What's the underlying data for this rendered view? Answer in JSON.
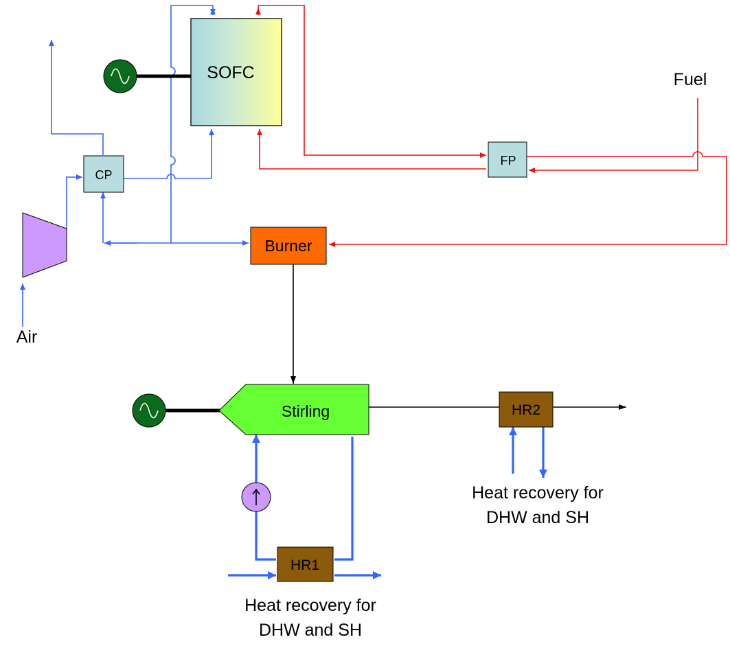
{
  "blocks": {
    "sofc": "SOFC",
    "cp": "CP",
    "fp": "FP",
    "burner": "Burner",
    "stirling": "Stirling",
    "hr1": "HR1",
    "hr2": "HR2"
  },
  "labels": {
    "fuel": "Fuel",
    "air": "Air",
    "hr1_caption_line1": "Heat recovery for",
    "hr1_caption_line2": "DHW and SH",
    "hr2_caption_line1": "Heat recovery for",
    "hr2_caption_line2": "DHW and SH"
  },
  "colors": {
    "air_line": "#3366ff",
    "fuel_line": "#ee1111",
    "exhaust_line": "#000000",
    "generator": "#0a6b1e",
    "compressor": "#cc99ff",
    "pump": "#cc99ff",
    "block_blue": "#b8dde0",
    "burner": "#ff6a00",
    "stirling": "#66ff33",
    "hr_box": "#8b5a0b",
    "sofc_gradient_start": "#a8d8e0",
    "sofc_gradient_end": "#ffff99"
  },
  "icons": {
    "generator": "sine-wave-icon",
    "compressor": "trapezoid-compressor-icon",
    "pump": "up-arrow-pump-icon"
  }
}
